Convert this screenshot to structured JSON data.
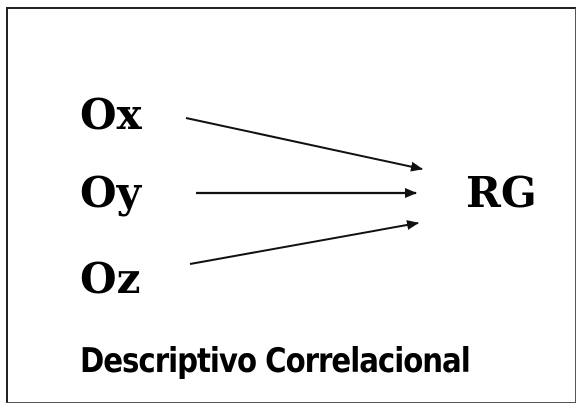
{
  "diagram": {
    "nodes": {
      "ox": "Ox",
      "oy": "Oy",
      "oz": "Oz",
      "rg": "RG"
    },
    "edges": [
      {
        "from": "ox",
        "to": "rg"
      },
      {
        "from": "oy",
        "to": "rg"
      },
      {
        "from": "oz",
        "to": "rg"
      }
    ],
    "caption": "Descriptivo Correlacional",
    "colors": {
      "text": "#000000",
      "line": "#111111",
      "background": "#ffffff"
    }
  }
}
